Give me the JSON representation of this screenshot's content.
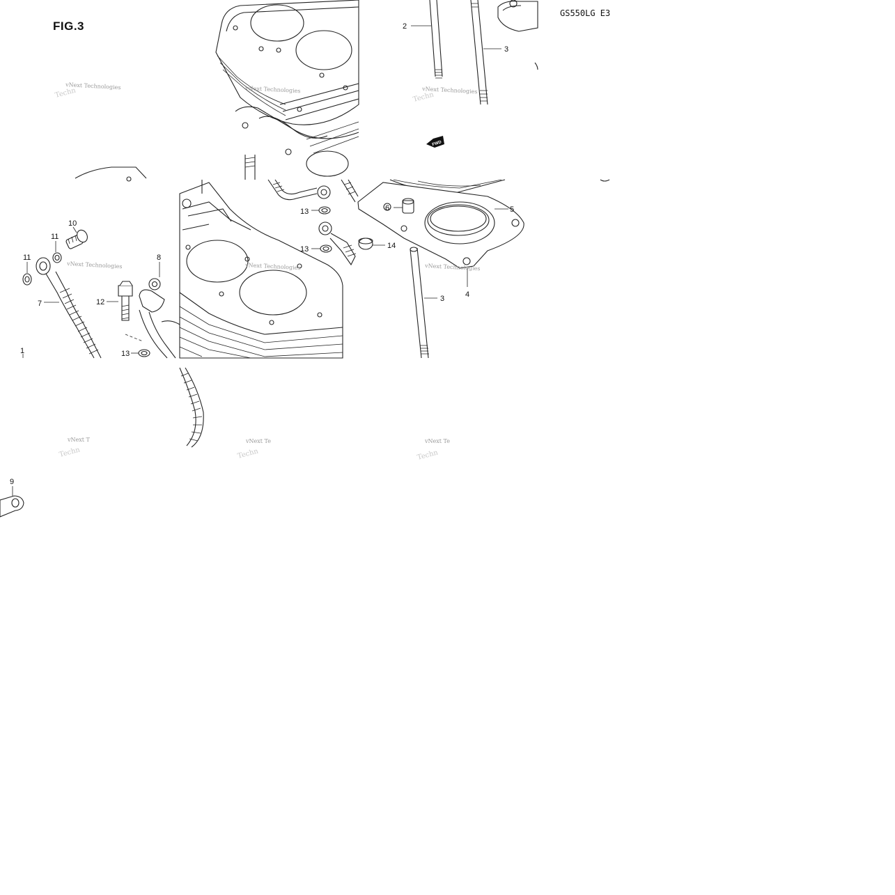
{
  "figure": {
    "title": "FIG.3",
    "model_code": "GS550LG  E3",
    "fwd_mark": "FWD"
  },
  "callouts": [
    "1",
    "2",
    "3",
    "3",
    "4",
    "5",
    "6",
    "7",
    "8",
    "9",
    "10",
    "11",
    "11",
    "12",
    "13",
    "13",
    "13",
    "14"
  ],
  "watermark": {
    "text": "vNext Technologies",
    "truncated": "vNext T",
    "truncated_b": "vNext Te",
    "fragment": "Techn"
  }
}
